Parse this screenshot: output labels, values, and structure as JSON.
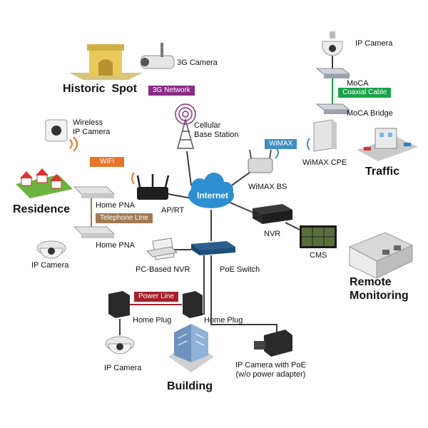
{
  "colors": {
    "cloud": "#2c8fcf",
    "link": "#3d3d3d",
    "telephone": "#a07a55",
    "power": "#a5202c",
    "coax": "#19a24a",
    "network_3g": "#8a2c86",
    "wifi": "#e6762b",
    "wimax": "#3f8ec2"
  },
  "nodes": {
    "internet": "Internet",
    "camera_3g": "3G Camera",
    "cellular": "Cellular\nBase Station",
    "wireless_ip_camera": "Wireless\nIP Camera",
    "home_pna_top": "Home PNA",
    "ap_rt": "AP/RT",
    "home_pna_bottom": "Home PNA",
    "ip_camera_res": "IP Camera",
    "ip_camera_top": "IP Camera",
    "moca": "MoCA",
    "moca_bridge": "MoCA Bridge",
    "wimax_cpe": "WiMAX CPE",
    "wimax_bs": "WiMAX BS",
    "nvr": "NVR",
    "cms": "CMS",
    "pc_nvr": "PC-Based NVR",
    "poe_switch": "PoE Switch",
    "home_plug_left": "Home Plug",
    "home_plug_right": "Home Plug",
    "ip_camera_bottom": "IP Camera",
    "ip_camera_poe": "IP Camera with PoE\n(w/o power adapter)"
  },
  "tags": {
    "network_3g": "3G Network",
    "wifi": "WiFi",
    "telephone_line": "Telephone Line",
    "power_line": "Power Line",
    "coaxial_cable": "Coaxial Cable",
    "wimax": "WiMAX"
  },
  "scenes": {
    "historic_spot": "Historic  Spot",
    "residence": "Residence",
    "traffic": "Traffic",
    "remote_monitoring": "Remote\nMonitoring",
    "building": "Building"
  }
}
